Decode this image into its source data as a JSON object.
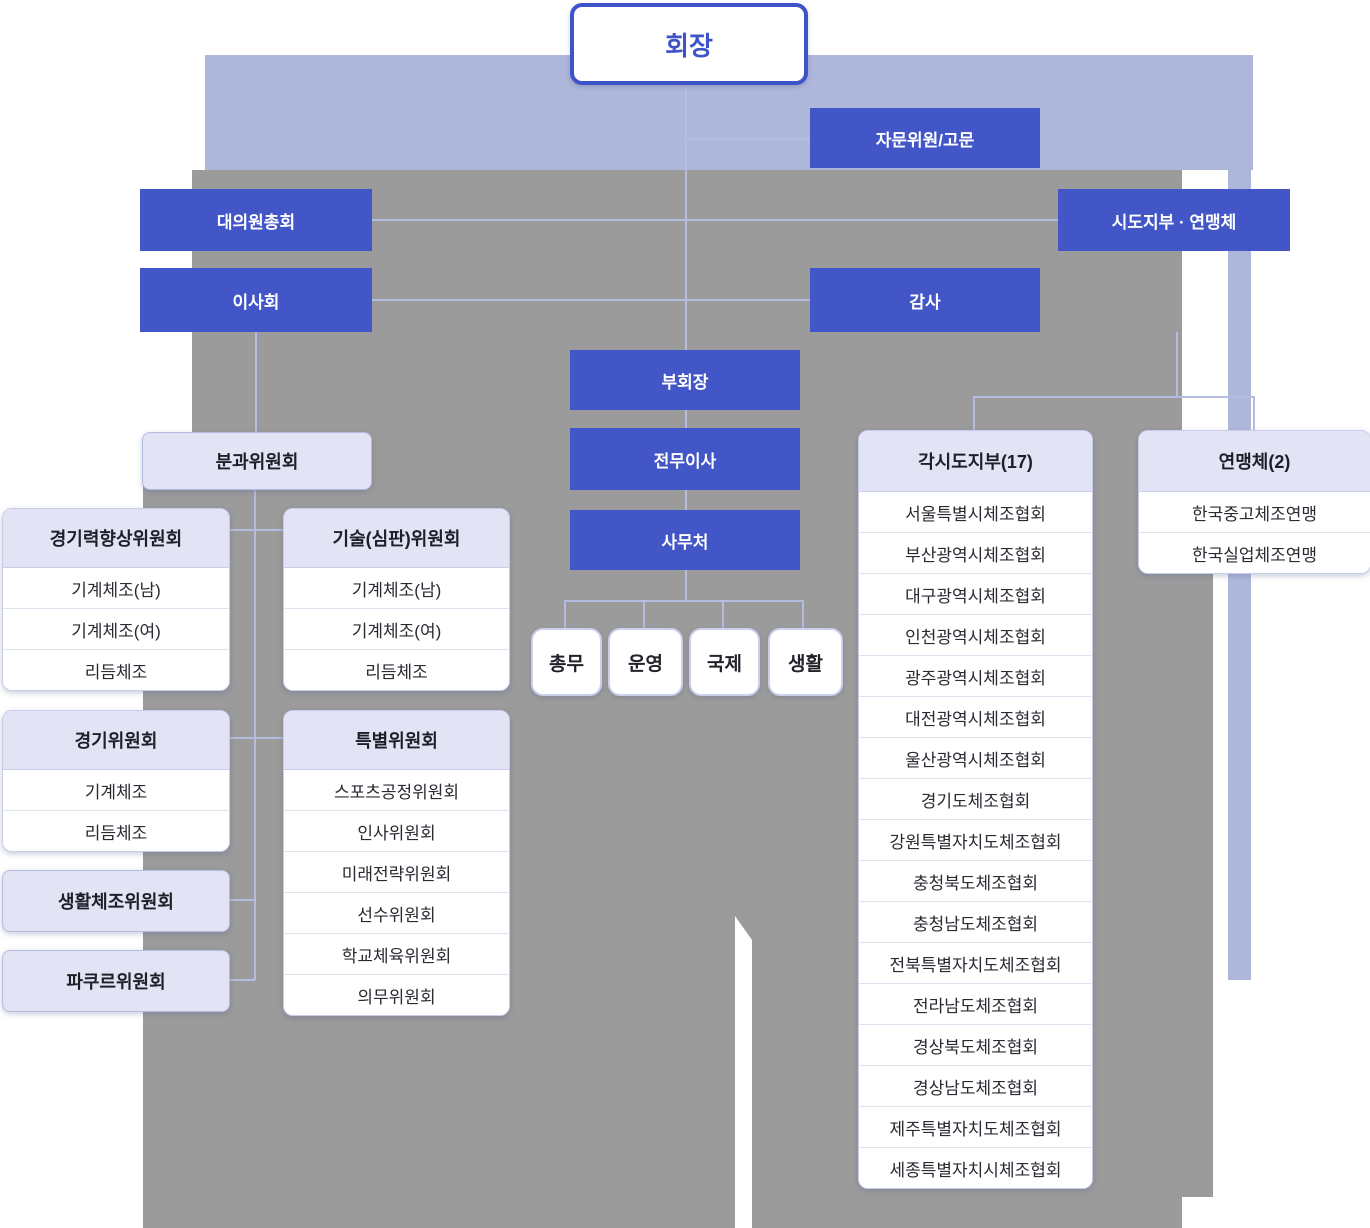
{
  "palette": {
    "blue_box": "#4356c7",
    "band": "#aeb7da",
    "gray_backdrop": "#9b9b9b",
    "lavender_header": "#e2e4f6",
    "panel_border": "#c7cde9",
    "connector_line": "#b4bcdf",
    "chairman_blue": "#3f53c8",
    "dark_text": "#2a2a32"
  },
  "chairman": {
    "label": "회장"
  },
  "top_boxes": {
    "advisor": "자문위원/고문",
    "assembly": "대의원총회",
    "branches_federations": "시도지부 · 연맹체",
    "board": "이사회",
    "audit": "감사",
    "vice_chairman": "부회장",
    "executive_director": "전무이사",
    "secretariat": "사무처",
    "subcommittee": "분과위원회"
  },
  "departments": [
    "총무",
    "운영",
    "국제",
    "생활"
  ],
  "committees": {
    "performance": {
      "title": "경기력향상위원회",
      "items": [
        "기계체조(남)",
        "기계체조(여)",
        "리듬체조"
      ]
    },
    "technical": {
      "title": "기술(심판)위원회",
      "items": [
        "기계체조(남)",
        "기계체조(여)",
        "리듬체조"
      ]
    },
    "competition": {
      "title": "경기위원회",
      "items": [
        "기계체조",
        "리듬체조"
      ]
    },
    "special": {
      "title": "특별위원회",
      "items": [
        "스포츠공정위원회",
        "인사위원회",
        "미래전략위원회",
        "선수위원회",
        "학교체육위원회",
        "의무위원회"
      ]
    },
    "lifestyle": {
      "title": "생활체조위원회"
    },
    "parkour": {
      "title": "파쿠르위원회"
    }
  },
  "regional": {
    "title": "각시도지부(17)",
    "items": [
      "서울특별시체조협회",
      "부산광역시체조협회",
      "대구광역시체조협회",
      "인천광역시체조협회",
      "광주광역시체조협회",
      "대전광역시체조협회",
      "울산광역시체조협회",
      "경기도체조협회",
      "강원특별자치도체조협회",
      "충청북도체조협회",
      "충청남도체조협회",
      "전북특별자치도체조협회",
      "전라남도체조협회",
      "경상북도체조협회",
      "경상남도체조협회",
      "제주특별자치도체조협회",
      "세종특별자치시체조협회"
    ]
  },
  "federations": {
    "title": "연맹체(2)",
    "items": [
      "한국중고체조연맹",
      "한국실업체조연맹"
    ]
  }
}
